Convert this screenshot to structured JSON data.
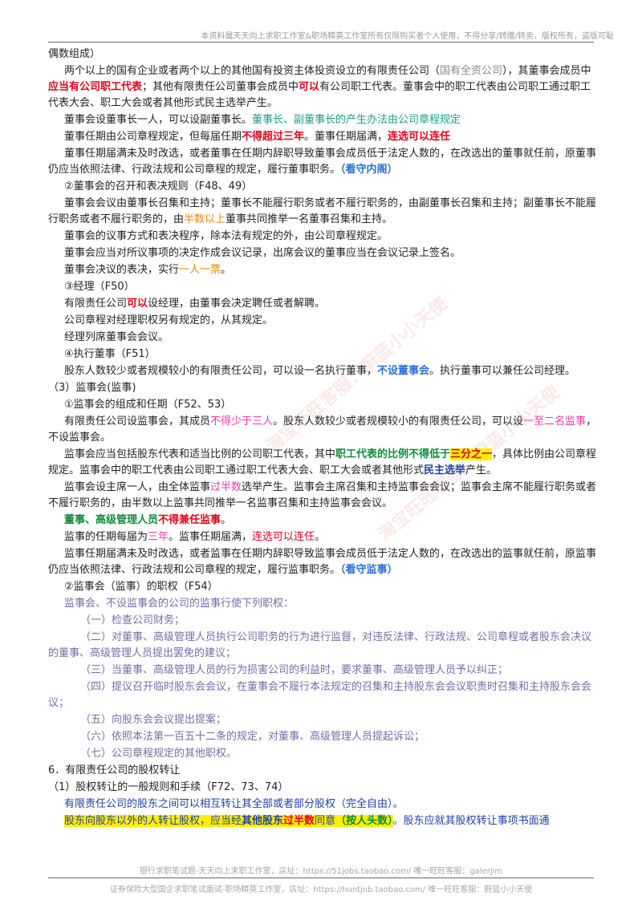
{
  "header": "本资料属天天向上求职工作室&职场精英工作室所有仅限购买者个人使用，不得分享/转赠/转卖，版权所有，盗版可耻",
  "watermark": [
    "淘宝旺旺客服：蔚蓝小小天使",
    "淘宝旺旺客服：蔚蓝小小天使"
  ],
  "body": {
    "l1": "偶数组成）",
    "l2a": "两个以上的国有企业或者两个以上的其他国有投资主体投资设立的有限责任公司（",
    "l2b": "国有全资公司",
    "l2c": "），其董事会成员中",
    "l2d": "应当有公司职工代表",
    "l2e": "；其他有限责任公司董事会成员中",
    "l2f": "可以",
    "l2g": "有公司职工代表。董事会中的职工代表由公司职工通过职工代表大会、职工大会或者其他形式民主选举产生。",
    "l3a": "董事会设董事长一人，可以设副董事长。",
    "l3b": "董事长、副董事长的产生办法由公司章程规定",
    "l4a": "董事任期由公司章程规定，但每届任期",
    "l4b": "不得超过三年",
    "l4c": "。董事任期届满，",
    "l4d": "连选可以连任",
    "l5a": "董事任期届满未及时改选，或者董事在任期内辞职导致董事会成员低于法定人数的，在改选出的董事就任前，原董事仍应当依照法律、行政法规和公司章程的规定，履行董事职务。",
    "l5b": "（看守内阁）",
    "l6": "②董事会的召开和表决规则（F48、49）",
    "l7a": "董事会会议由董事长召集和主持；董事长不能履行职务或者不履行职务的，由副董事长召集和主持；副董事长不能履行职务或者不履行职务的，由",
    "l7b": "半数以上",
    "l7c": "董事共同推举一名董事召集和主持。",
    "l8": "董事会的议事方式和表决程序，除本法有规定的外，由公司章程规定。",
    "l9": "董事会应当对所议事项的决定作成会议记录，出席会议的董事应当在会议记录上签名。",
    "l10a": "董事会决议的表决，实行",
    "l10b": "一人一票",
    "l10c": "。",
    "l11": "③经理（F50）",
    "l12a": "有限责任公司",
    "l12b": "可以",
    "l12c": "设经理，由董事会决定聘任或者解聘。",
    "l13": "公司章程对经理职权另有规定的，从其规定。",
    "l14": "经理列席董事会会议。",
    "l15": "④执行董事（F51）",
    "l16a": "股东人数较少或者规模较小的有限责任公司，可以设一名执行董事，",
    "l16b": "不设董事会",
    "l16c": "。执行董事可以兼任公司经理。",
    "l17": "（3）监事会(监事)",
    "l18": "①监事会的组成和任期（F52、53）",
    "l19a": "有限责任公司设监事会，其成员",
    "l19b": "不得少于三人",
    "l19c": "。股东人数较少或者规模较小的有限责任公司，可以设",
    "l19d": "一至二名监事",
    "l19e": "，不设监事会。",
    "l20a": "监事会应当包括股东代表和适当比例的公司职工代表，其中",
    "l20b": "职工代表的比例不得低于",
    "l20c": "三分之一",
    "l20d": "，具体比例由公司章程规定。监事会中的职工代表由公司职工通过职工代表大会、职工大会或者其他形式",
    "l20e": "民主选举",
    "l20f": "产生。",
    "l21a": "监事会设主席一人，由全体监事",
    "l21b": "过半数",
    "l21c": "选举产生。监事会主席召集和主持监事会会议；监事会主席不能履行职务或者不履行职务的，由半数以上监事共同推举一名监事召集和主持监事会会议。",
    "l22a": "董事、高级管理人员",
    "l22b": "不得兼任监事",
    "l22c": "。",
    "l23a": "监事的任期每届为",
    "l23b": "三年",
    "l23c": "。监事任期届满，",
    "l23d": "连选可以连任",
    "l23e": "。",
    "l24a": "监事任期届满未及时改选，或者监事在任期内辞职导致监事会成员低于法定人数的，在改选出的监事就任前，原监事仍应当依照法律、行政法规和公司章程的规定，履行监事职务。",
    "l24b": "（看守监事）",
    "l25": "②监事会（监事）的职权（F54）",
    "l26": "监事会、不设监事会的公司的监事行使下列职权：",
    "l27": "（一）检查公司财务；",
    "l28": "（二）对董事、高级管理人员执行公司职务的行为进行监督，对违反法律、行政法规、公司章程或者股东会决议的董事、高级管理人员提出罢免的建议；",
    "l29": "（三）当董事、高级管理人员的行为损害公司的利益时，要求董事、高级管理人员予以纠正；",
    "l30": "（四）提议召开临时股东会会议，在董事会不履行本法规定的召集和主持股东会会议职责时召集和主持股东会会议；",
    "l31": "（五）向股东会会议提出提案；",
    "l32": "（六）依照本法第一百五十二条的规定，对董事、高级管理人员提起诉讼；",
    "l33": "（七）公司章程规定的其他职权。",
    "l34": "6．有限责任公司的股权转让",
    "l35": "（1）股权转让的一般规则和手续（F72、73、74）",
    "l36": "有限责任公司的股东之间可以相互转让其全部或者部分股权（完全自由）。",
    "l37a": "股东向股东以外的人转让股权，应当经",
    "l37b": "其他股东",
    "l37c": "过半数",
    "l37d": "同意",
    "l37e": "（按人头数）",
    "l37f": "。股东应就其股权转让事项书面通"
  },
  "footer": {
    "line1": "银行求职笔试题-天天向上求职工作室，店址：https://51jobs.taobao.com/ 唯一旺旺客服：galerjim",
    "line2": "证券保险大型国企求职笔试面试-职场精英工作室，店址：https://huntjob.taobao.com/ 唯一旺旺客服：蔚蓝小小天使"
  }
}
